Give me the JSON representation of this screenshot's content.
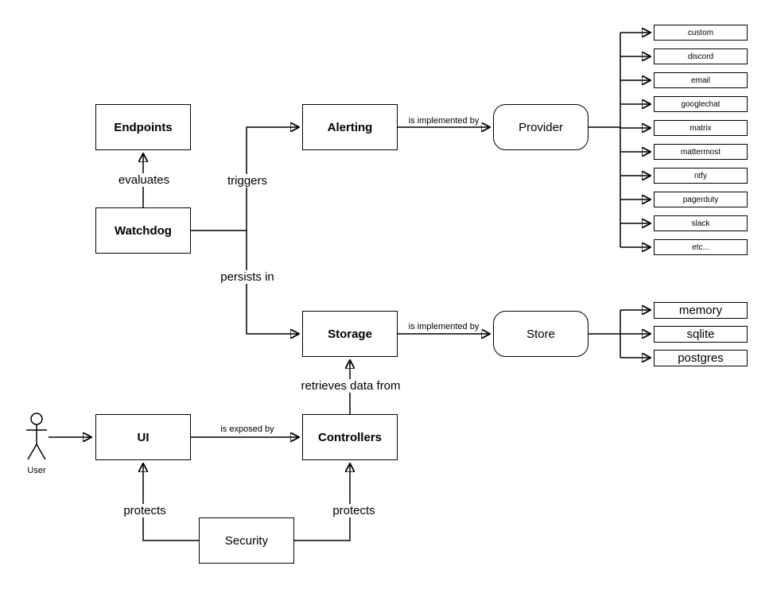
{
  "nodes": {
    "endpoints": "Endpoints",
    "watchdog": "Watchdog",
    "alerting": "Alerting",
    "provider": "Provider",
    "storage": "Storage",
    "store": "Store",
    "ui": "UI",
    "controllers": "Controllers",
    "security": "Security"
  },
  "actor": {
    "label": "User"
  },
  "edge_labels": {
    "evaluates": "evaluates",
    "triggers": "triggers",
    "persists_in": "persists in",
    "alerting_implemented_by": "is implemented by",
    "storage_implemented_by": "is implemented by",
    "retrieves_data_from": "retrieves data from",
    "is_exposed_by": "is exposed by",
    "protects_ui": "protects",
    "protects_controllers": "protects"
  },
  "providers": [
    "custom",
    "discord",
    "email",
    "googlechat",
    "matrix",
    "mattermost",
    "ntfy",
    "pagerduty",
    "slack",
    "etc..."
  ],
  "stores": [
    "memory",
    "sqlite",
    "postgres"
  ],
  "colors": {
    "stroke": "#000000",
    "background": "#ffffff"
  }
}
